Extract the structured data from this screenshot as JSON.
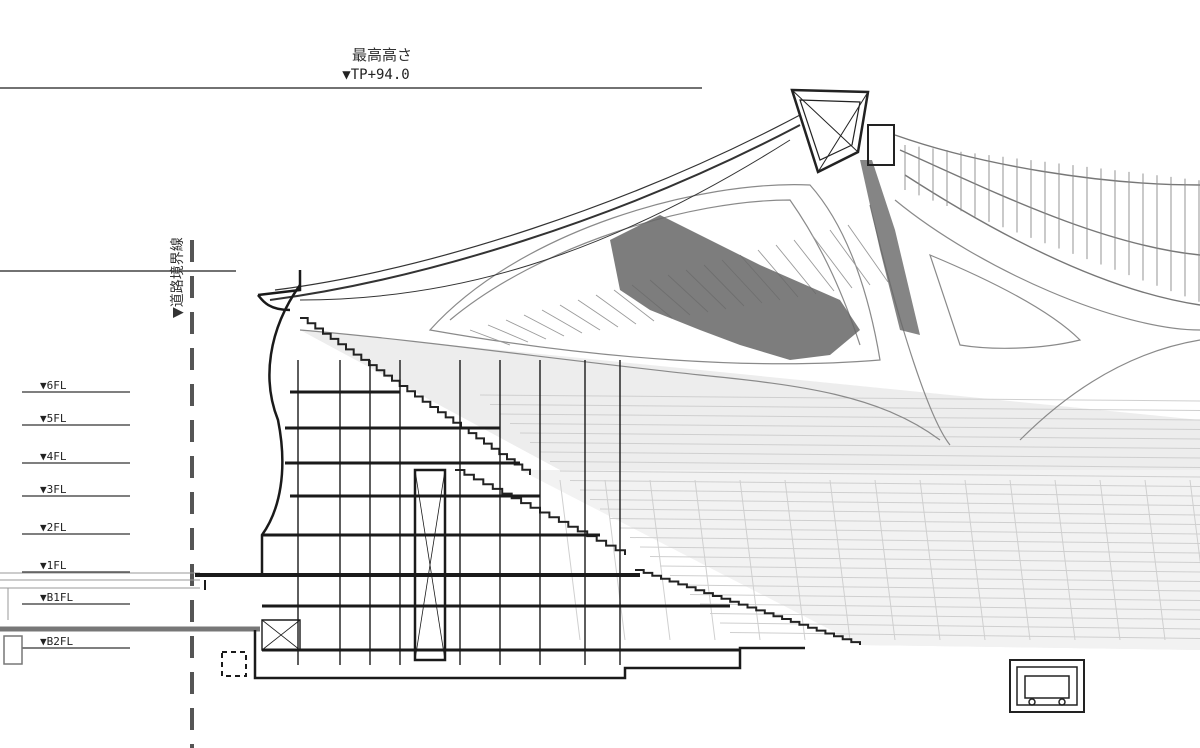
{
  "max_height": {
    "title": "最高高さ",
    "level": "▼TP+94.0"
  },
  "boundary_line": {
    "label": "▼道路境界線"
  },
  "floor_levels": [
    {
      "id": "6fl",
      "label": "▼6FL"
    },
    {
      "id": "5fl",
      "label": "▼5FL"
    },
    {
      "id": "4fl",
      "label": "▼4FL"
    },
    {
      "id": "3fl",
      "label": "▼3FL"
    },
    {
      "id": "2fl",
      "label": "▼2FL"
    },
    {
      "id": "1fl",
      "label": "▼1FL"
    },
    {
      "id": "b1fl",
      "label": "▼B1FL"
    },
    {
      "id": "b2fl",
      "label": "▼B2FL"
    }
  ],
  "colors": {
    "line": "#1a1a1a",
    "roof_dark": "#555555",
    "seating_light": "#cfcfcf",
    "seating_lighter": "#e4e4e4"
  }
}
